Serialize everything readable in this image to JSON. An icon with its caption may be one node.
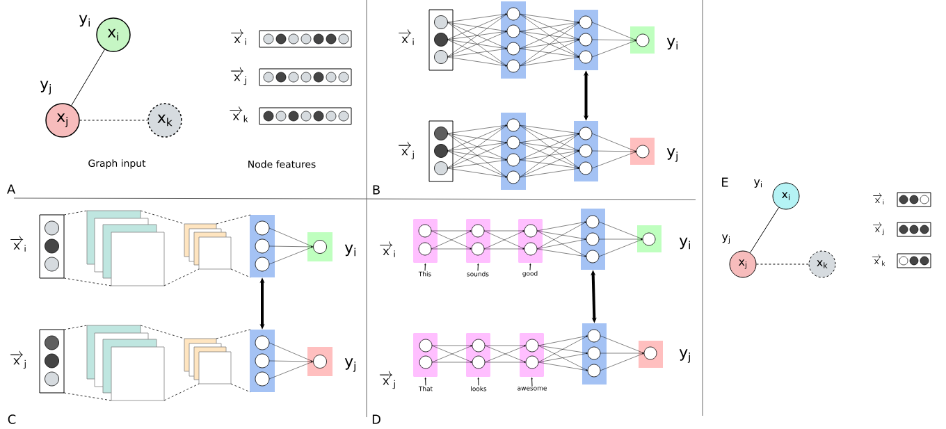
{
  "diagram": {
    "nodes": [
      {
        "text": [
          "x$_{i}$"
        ],
        "beside": [
          "y$_{i}$"
        ]
      },
      {
        "text": [
          "x$_{j}$"
        ],
        "beside": [
          "y$_{j}$"
        ]
      },
      {
        "text": [
          "x$_{k}$"
        ]
      },
      {
        "text": [],
        "shape": "bar"
      },
      {
        "text": [],
        "shape": "bar"
      },
      {
        "text": [],
        "shape": "bar"
      },
      {
        "text": [],
        "shape": "bar"
      },
      {
        "text": [],
        "shape": "box"
      },
      {
        "text": [],
        "shape": "box"
      },
      {
        "text": [],
        "shape": "box"
      },
      {
        "text": [
          "This"
        ]
      },
      {
        "text": [
          "sounds"
        ]
      },
      {
        "text": [
          "good"
        ]
      },
      {
        "text": [],
        "shape": "bar"
      },
      {
        "text": [],
        "shape": "box"
      },
      {
        "text": [],
        "shape": "box"
      },
      {
        "text": [],
        "shape": "box"
      },
      {
        "text": [
          "That"
        ]
      },
      {
        "text": [
          "looks"
        ]
      },
      {
        "text": [
          "awesome"
        ]
      },
      {
        "text": [],
        "shape": "bar"
      },
      {
        "text": [
          "x$_{i}$"
        ],
        "beside": [
          "y$_{i}$"
        ]
      },
      {
        "text": [
          "x$_{j}$"
        ],
        "beside": [
          "y$_{j}$"
        ]
      },
      {
        "text": [
          "x$_{k}$"
        ]
      }
    ],
    "edges": [
      {
        "from": 0,
        "to": 1,
        "arrow": "none"
      },
      {
        "from": 1,
        "to": 2,
        "arrow": "none",
        "style": "dashed"
      },
      {
        "from": 3,
        "to": 4,
        "arrow": "both",
        "style": "thick"
      },
      {
        "from": 5,
        "to": 6,
        "arrow": "both",
        "style": "thick"
      },
      {
        "from": 10,
        "to": 7,
        "arrow": "to"
      },
      {
        "from": 11,
        "to": 8,
        "arrow": "to"
      },
      {
        "from": 12,
        "to": 9,
        "arrow": "to"
      },
      {
        "from": 13,
        "to": 20,
        "arrow": "both",
        "style": "thick"
      },
      {
        "from": 17,
        "to": 14,
        "arrow": "to"
      },
      {
        "from": 18,
        "to": 15,
        "arrow": "to"
      },
      {
        "from": 19,
        "to": 16,
        "arrow": "to"
      },
      {
        "from": 21,
        "to": 22,
        "arrow": "none"
      },
      {
        "from": 22,
        "to": 23,
        "arrow": "none",
        "style": "dashed"
      }
    ],
    "labels": [
      "\\overrightarrow{\\mathsf{x}}_{\\mathsf{i}}",
      "\\overrightarrow{\\mathsf{x}}_{\\mathsf{j}}",
      "\\overrightarrow{\\mathsf{x}}_{\\mathsf{k}}",
      "Graph input",
      "Node features",
      "A",
      "\\overrightarrow{\\mathsf{x}}_{\\mathsf{i}}",
      "y$_{i}$",
      "\\overrightarrow{\\mathsf{x}}_{\\mathsf{j}}",
      "y$_{j}$",
      "B",
      "\\overrightarrow{\\mathsf{x}}_{\\mathsf{i}}",
      "y$_{i}$",
      "\\overrightarrow{\\mathsf{x}}_{\\mathsf{j}}",
      "y$_{j}$",
      "C",
      "\\overrightarrow{\\mathsf{x}}_{\\mathsf{i}}",
      "y$_{i}$",
      "\\overrightarrow{\\mathsf{x}}_{\\mathsf{j}}",
      "y$_{j}$",
      "D",
      "E",
      "\\overrightarrow{\\mathsf{x}}_{\\mathsf{i}}",
      "\\overrightarrow{\\mathsf{x}}_{\\mathsf{j}}",
      "\\overrightarrow{\\mathsf{x}}_{\\mathsf{k}}"
    ]
  }
}
